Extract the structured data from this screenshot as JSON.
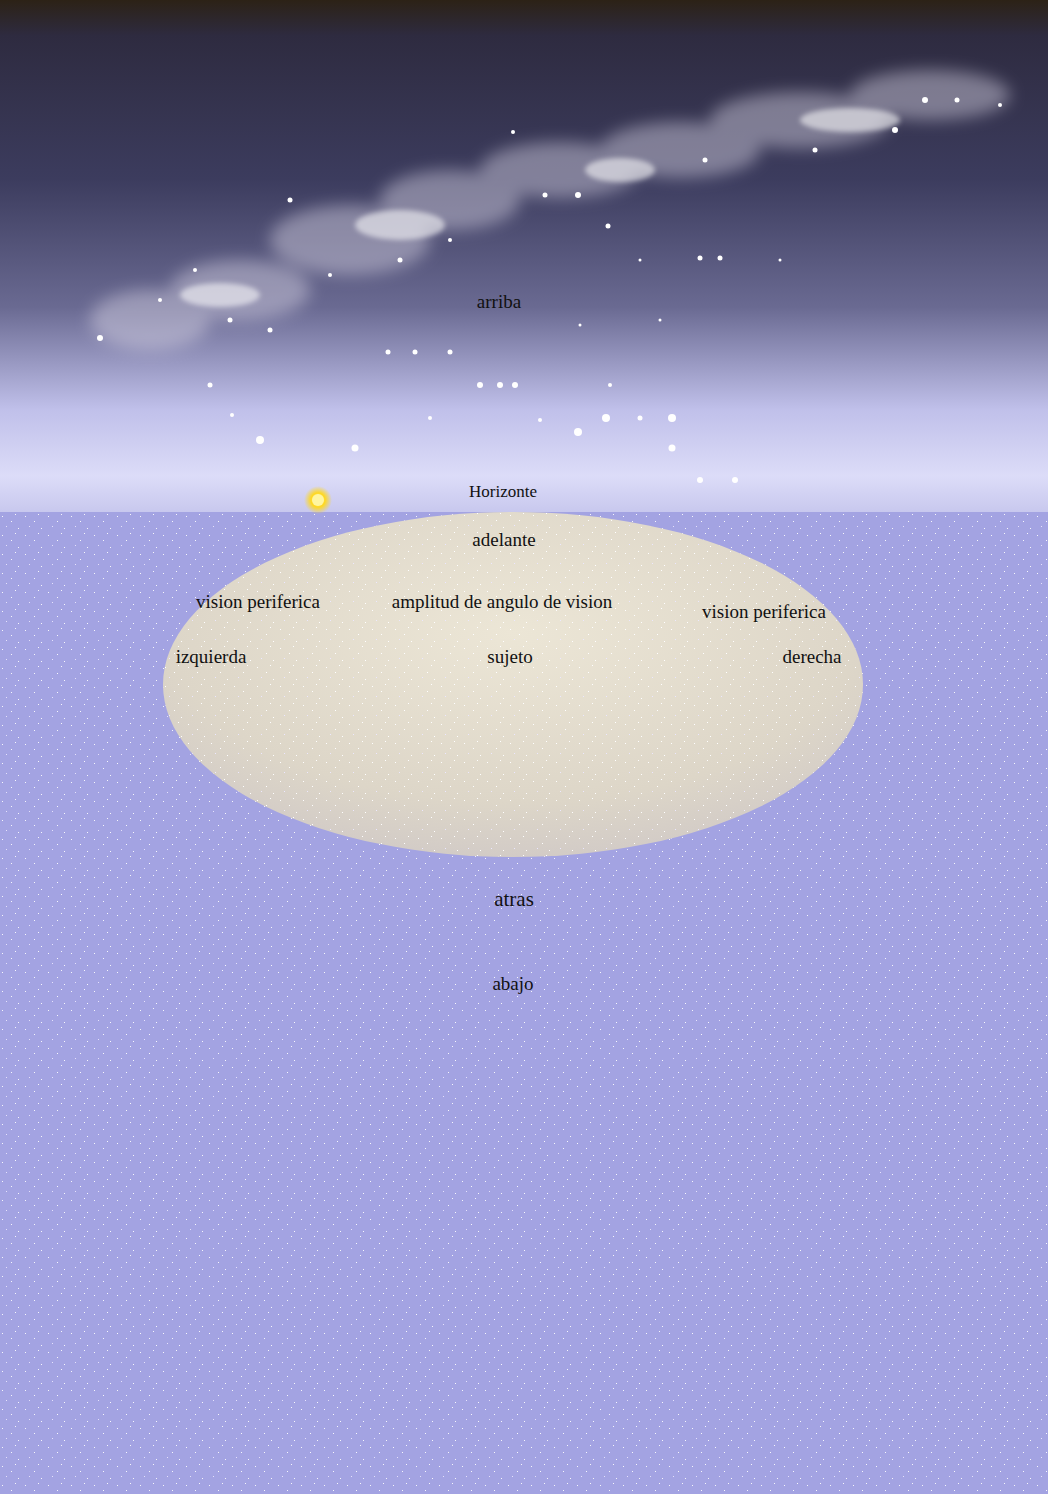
{
  "diagram": {
    "nodes": [
      {
        "text": [
          "adelante",
          "vision periferica",
          "amplitud de angulo de vision",
          "vision periferica",
          "izquierda",
          "sujeto",
          "derecha"
        ]
      }
    ],
    "labels": [
      "arriba",
      "Horizonte",
      "atras",
      "abajo"
    ]
  }
}
